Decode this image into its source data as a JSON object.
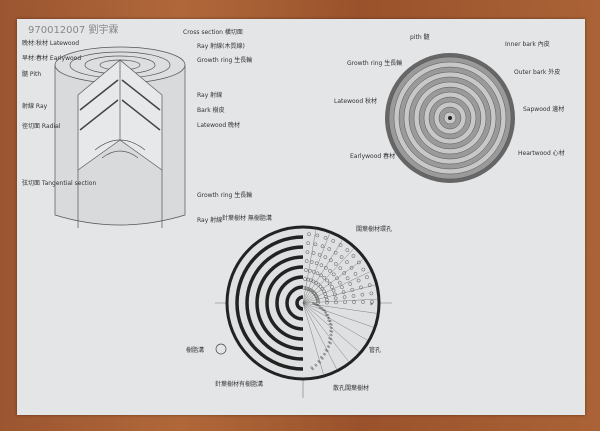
{
  "title": "970012007 劉宇霖",
  "block_diagram": {
    "left_labels": [
      "晚材:秋材 Latewood",
      "早材:春材 Earlywood",
      "髓 Pith",
      "射線 Ray",
      "徑切面 Radial",
      "弦切面 Tangential section"
    ],
    "right_labels": [
      "Cross section 橫切面",
      "Ray 射線(木質線)",
      "Growth ring 生長輪",
      "Ray 射線",
      "Bark 樹皮",
      "Latewood 晚材",
      "Growth ring 生長輪",
      "Ray 射線"
    ]
  },
  "ring_disc": {
    "labels": [
      "pith 髓",
      "Inner bark 內皮",
      "Outer bark 外皮",
      "Growth ring 生長輪",
      "Latewood 秋材",
      "Sapwood 邊材",
      "Heartwood 心材",
      "Earlywood 春材"
    ]
  },
  "comparison_disc": {
    "labels": [
      "針葉樹材 無樹脂溝",
      "闊葉樹材環孔",
      "樹脂溝",
      "管孔",
      "針葉樹材有樹脂溝",
      "散孔闊葉樹材"
    ]
  }
}
